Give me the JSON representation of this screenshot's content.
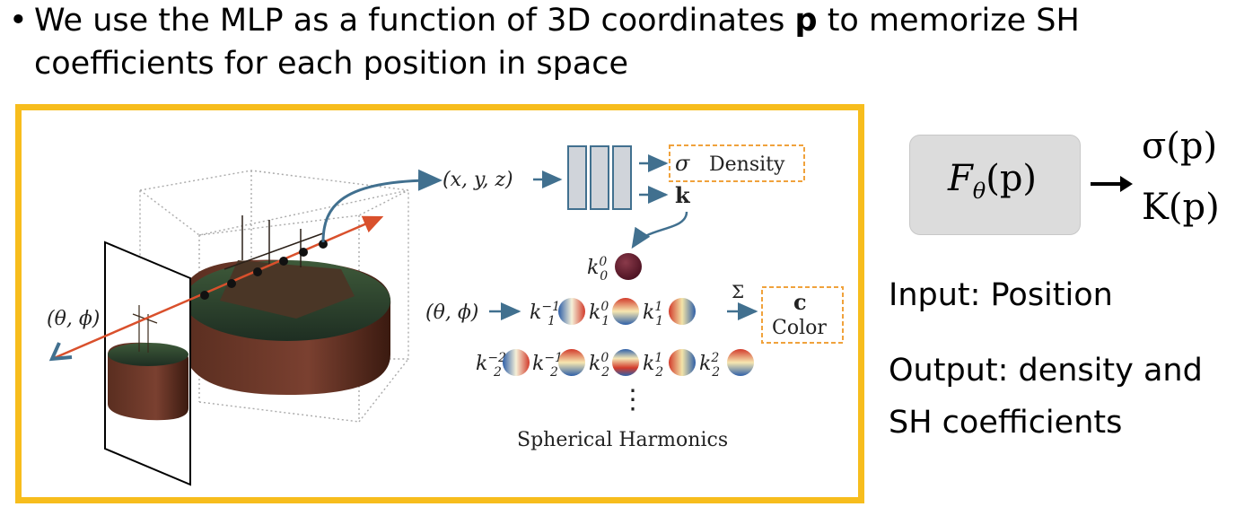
{
  "bullet": {
    "symbol": "•",
    "line1_pre": "We use the MLP as a function of 3D coordinates ",
    "line1_bold": "p",
    "line1_post": " to memorize SH",
    "line2": "coefficients for each position in space"
  },
  "figure": {
    "input_coords": "(x, y, z)",
    "density_sym": "σ",
    "density_label": "Density",
    "k_label": "k",
    "k00": "k",
    "view_dir_left": "(θ, ϕ)",
    "view_dir_mid": "(θ, ϕ)",
    "sum_symbol": "Σ",
    "color_sym": "c",
    "color_label": "Color",
    "sh_label": "Spherical Harmonics",
    "row1": [
      "k",
      "k",
      "k"
    ],
    "row1_sup": [
      "−1",
      "0",
      "1"
    ],
    "row1_sub": [
      "1",
      "1",
      "1"
    ],
    "row2": [
      "k",
      "k",
      "k",
      "k",
      "k"
    ],
    "row2_sup": [
      "−2",
      "−1",
      "0",
      "1",
      "2"
    ],
    "row2_sub": [
      "2",
      "2",
      "2",
      "2",
      "2"
    ],
    "k00_sup": "0",
    "k00_sub": "0",
    "ellipsis": "⋮"
  },
  "mlp": {
    "F": "F",
    "theta": "θ",
    "arg": "(p)",
    "out1": "σ(p)",
    "out2": "K(p)"
  },
  "side_text": {
    "input": "Input: Position",
    "output1": "Output: density and",
    "output2": "SH coefficients"
  },
  "colors": {
    "frame": "#f7bd1d",
    "arrow_blue": "#41708f",
    "ray_red": "#d9502c",
    "orange_dash": "#f0a23c"
  }
}
